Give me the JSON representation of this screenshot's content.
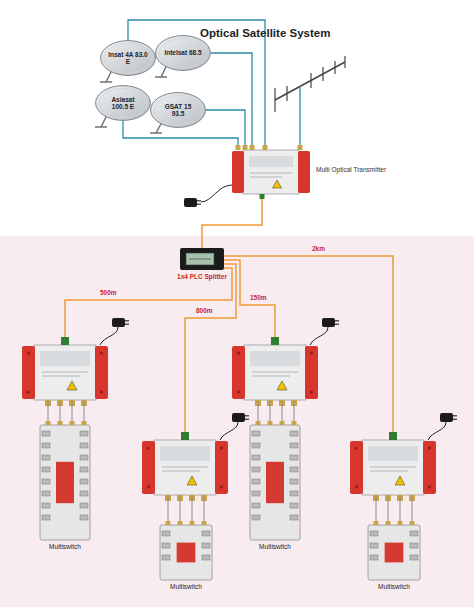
{
  "diagram": {
    "title": "Optical Satellite System",
    "nodes": [
      {
        "text": [
          "Insat 4A 83.0 E"
        ]
      },
      {
        "text": [
          "Intelsat 68.5"
        ]
      },
      {
        "text": [
          "Asiasat 100.5 E"
        ]
      },
      {
        "text": [
          "GSAT 15 93.5"
        ]
      },
      {
        "text": [
          "Multi Optical Transmitter"
        ]
      },
      {
        "text": [
          "1x4 PLC Splitter"
        ]
      },
      {
        "text": [
          "Multiswitch"
        ]
      },
      {
        "text": [
          "Multiswitch"
        ]
      },
      {
        "text": [
          "Multiswitch"
        ]
      },
      {
        "text": [
          "Multiswitch"
        ]
      }
    ],
    "edges": [
      {
        "from": 0,
        "to": 4,
        "arrow": "none"
      },
      {
        "from": 1,
        "to": 4,
        "arrow": "none"
      },
      {
        "from": 2,
        "to": 4,
        "arrow": "none"
      },
      {
        "from": 3,
        "to": 4,
        "arrow": "none"
      },
      {
        "from": 4,
        "to": 5,
        "arrow": "none"
      }
    ],
    "labels": [
      "500m",
      "800m",
      "150m",
      "2km"
    ]
  }
}
